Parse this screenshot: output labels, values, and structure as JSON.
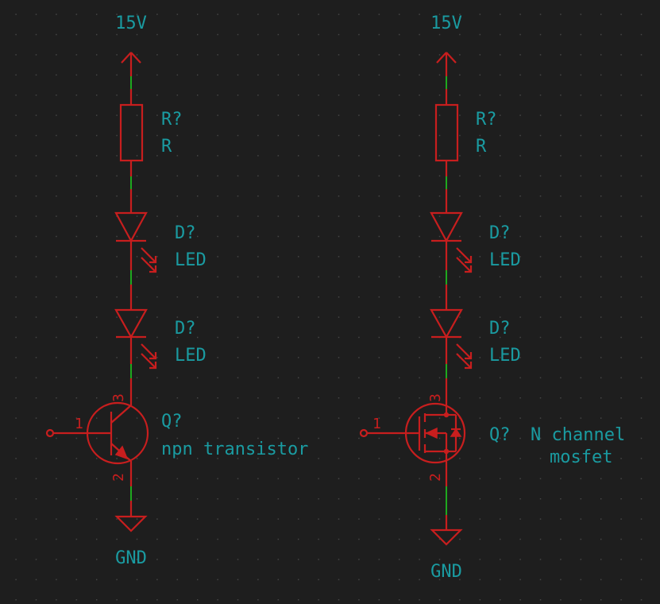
{
  "colors": {
    "background": "#1e1e1e",
    "grid_dots": "#4a4a4a",
    "symbol": "#c81e1e",
    "label": "#1a9ba1",
    "pin_stub": "#1fa81f"
  },
  "left_circuit": {
    "power": "15V",
    "resistor": {
      "ref": "R?",
      "value": "R"
    },
    "led1": {
      "ref": "D?",
      "value": "LED"
    },
    "led2": {
      "ref": "D?",
      "value": "LED"
    },
    "transistor": {
      "ref": "Q?",
      "value": "npn transistor",
      "pin_base": "1",
      "pin_collector": "3",
      "pin_emitter": "2"
    },
    "ground": "GND"
  },
  "right_circuit": {
    "power": "15V",
    "resistor": {
      "ref": "R?",
      "value": "R"
    },
    "led1": {
      "ref": "D?",
      "value": "LED"
    },
    "led2": {
      "ref": "D?",
      "value": "LED"
    },
    "mosfet": {
      "ref": "Q?",
      "value_line1": "N channel",
      "value_line2": "mosfet",
      "pin_gate": "1",
      "pin_drain": "3",
      "pin_source": "2"
    },
    "ground": "GND"
  }
}
